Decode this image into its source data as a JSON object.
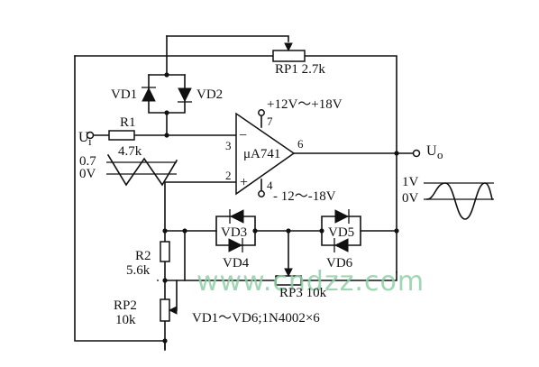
{
  "diagram": {
    "labels": {
      "rp1": "RP1 2.7k",
      "vd1": "VD1",
      "vd2": "VD2",
      "vplus": "+12V～+18V",
      "pin7": "7",
      "ui": "U",
      "ui_sub": "i",
      "r1": "R1",
      "r1_val": "4.7k",
      "pin3": "3",
      "opamp": "μA741",
      "pin6": "6",
      "uo": "U",
      "uo_sub": "o",
      "v07": "0.7",
      "v0": "0V",
      "pin2": "2",
      "pin4": "4",
      "vminus": "- 12～-18V",
      "v1out": "1V",
      "v0out": "0V",
      "vd3": "VD3",
      "vd5": "VD5",
      "r2": "R2",
      "r2_val": "5.6k",
      "vd4": "VD4",
      "vd6": "VD6",
      "rp3": "RP3 10k",
      "rp2": "RP2",
      "rp2_val": "10k",
      "note": "VD1～VD6;1N4002×6",
      "minus_in": "−",
      "plus_in": "+"
    },
    "watermark": "www.cndzz.com"
  }
}
